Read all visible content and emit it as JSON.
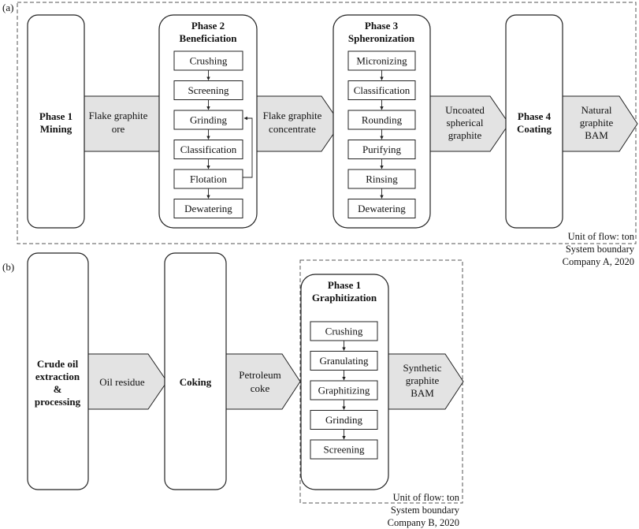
{
  "panel_a": {
    "label": "(a)",
    "phase1": {
      "title_1": "Phase 1",
      "title_2": "Mining"
    },
    "flow_1": {
      "line_1": "Flake graphite",
      "line_2": "ore"
    },
    "phase2": {
      "title_1": "Phase 2",
      "title_2": "Beneficiation",
      "steps": [
        "Crushing",
        "Screening",
        "Grinding",
        "Classification",
        "Flotation",
        "Dewatering"
      ]
    },
    "flow_2": {
      "line_1": "Flake graphite",
      "line_2": "concentrate"
    },
    "phase3": {
      "title_1": "Phase 3",
      "title_2": "Spheronization",
      "steps": [
        "Micronizing",
        "Classification",
        "Rounding",
        "Purifying",
        "Rinsing",
        "Dewatering"
      ]
    },
    "flow_3": {
      "line_1": "Uncoated",
      "line_2": "spherical",
      "line_3": "graphite"
    },
    "phase4": {
      "title_1": "Phase 4",
      "title_2": "Coating"
    },
    "flow_4": {
      "line_1": "Natural",
      "line_2": "graphite",
      "line_3": "BAM"
    },
    "unit_of_flow": "Unit of flow: ton",
    "system_boundary": "System boundary",
    "company": "Company A, 2020"
  },
  "panel_b": {
    "label": "(b)",
    "stage1": {
      "line_1": "Crude oil",
      "line_2": "extraction",
      "line_3": "&",
      "line_4": "processing"
    },
    "flow_1": {
      "line_1": "Oil residue"
    },
    "stage2": {
      "line_1": "Coking"
    },
    "flow_2": {
      "line_1": "Petroleum",
      "line_2": "coke"
    },
    "phase1": {
      "title_1": "Phase 1",
      "title_2": "Graphitization",
      "steps": [
        "Crushing",
        "Granulating",
        "Graphitizing",
        "Grinding",
        "Screening"
      ]
    },
    "flow_3": {
      "line_1": "Synthetic",
      "line_2": "graphite",
      "line_3": "BAM"
    },
    "unit_of_flow": "Unit of flow: ton",
    "system_boundary": "System boundary",
    "company": "Company B, 2020"
  },
  "colors": {
    "flow_arrow_fill": "#e3e3e3",
    "stroke": "#222222",
    "box_fill": "#ffffff"
  }
}
